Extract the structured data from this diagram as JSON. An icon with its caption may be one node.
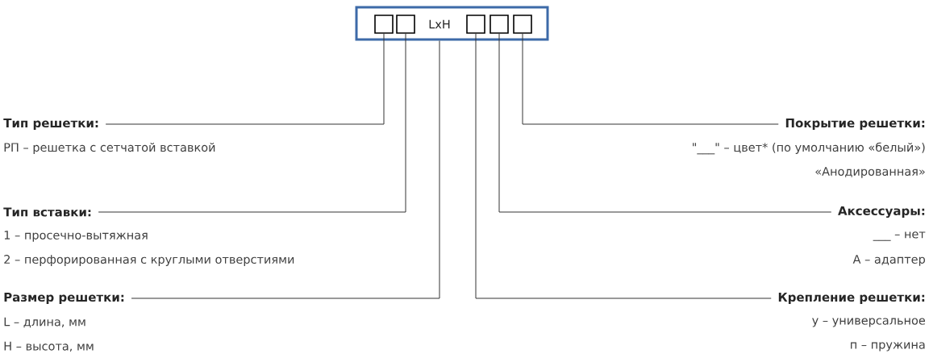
{
  "diagram": {
    "nodes": [
      {
        "text": [],
        "shape": "box"
      },
      {
        "text": [],
        "shape": "box",
        "in": 0
      },
      {
        "text": [],
        "shape": "box",
        "in": 0
      },
      {
        "text": [
          "LxH"
        ],
        "in": 0
      },
      {
        "text": [],
        "shape": "box",
        "in": 0
      },
      {
        "text": [],
        "shape": "box",
        "in": 0
      },
      {
        "text": [],
        "shape": "box",
        "in": 0
      },
      {
        "text": [
          "Тип решетки:"
        ],
        "beside": [
          "РП – решетка с сетчатой вставкой"
        ]
      },
      {
        "text": [
          "Покрытие решетки:"
        ],
        "beside": [
          "\"___\" – цвет* (по умолчанию «белый»)",
          "«Анодированная»"
        ]
      },
      {
        "text": [
          "Тип вставки:"
        ],
        "beside": [
          "1 – просечно-вытяжная",
          "2 – перфорированная с круглыми отверстиями"
        ]
      },
      {
        "text": [
          "Аксессуары:"
        ],
        "beside": [
          "___ – нет",
          "А – адаптер"
        ]
      },
      {
        "text": [
          "Размер решетки:"
        ],
        "beside": [
          "L – длина, мм",
          "H – высота, мм"
        ]
      },
      {
        "text": [
          "Крепление решетки:"
        ],
        "beside": [
          "у – универсальное",
          "п – пружина"
        ]
      }
    ],
    "edges": [
      {
        "from": 1,
        "to": 7,
        "arrow": "none"
      },
      {
        "from": 6,
        "to": 8,
        "arrow": "none"
      },
      {
        "from": 2,
        "to": 9,
        "arrow": "none"
      },
      {
        "from": 5,
        "to": 10,
        "arrow": "none"
      },
      {
        "from": 3,
        "to": 11,
        "arrow": "none"
      },
      {
        "from": 4,
        "to": 12,
        "arrow": "none"
      }
    ]
  }
}
